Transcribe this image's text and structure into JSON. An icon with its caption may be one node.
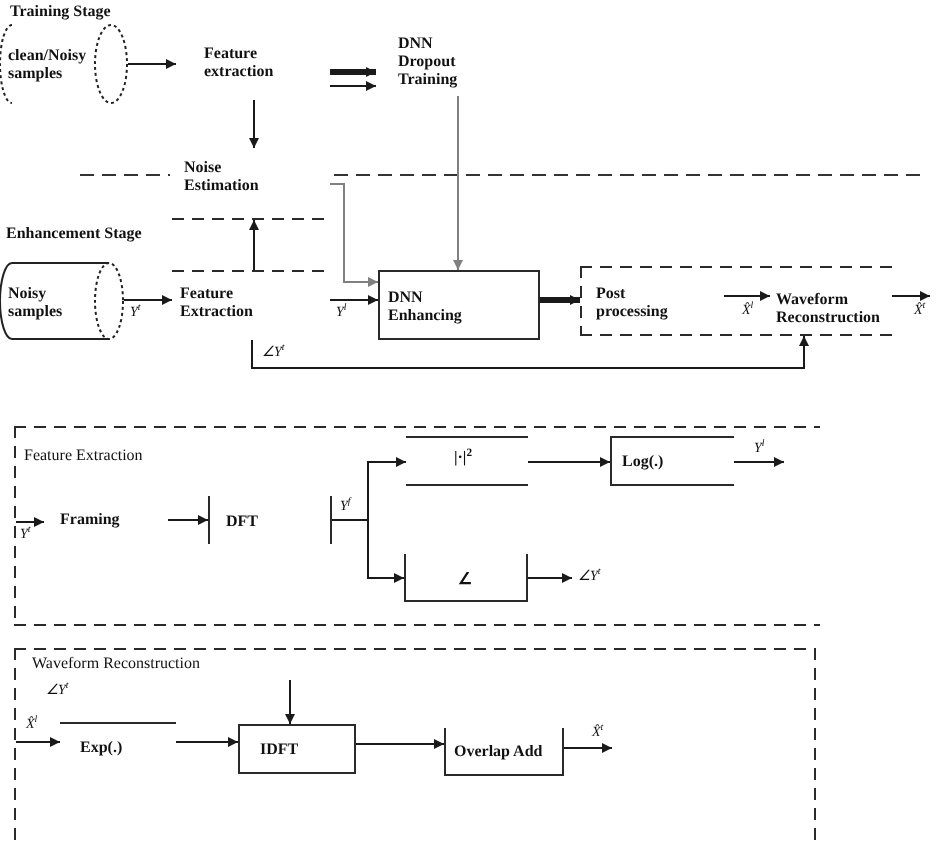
{
  "diagram": {
    "nodes": [
      {
        "text": [
          "clean/Noisy samples"
        ]
      },
      {
        "text": [
          "Feature extraction"
        ]
      },
      {
        "text": [
          "DNN Dropout Training"
        ]
      },
      {
        "text": [
          "Noise Estimation"
        ]
      },
      {
        "text": [
          "Noisy samples"
        ]
      },
      {
        "text": [
          "Feature Extraction"
        ]
      },
      {
        "text": [
          "DNN Enhancing"
        ]
      },
      {
        "text": [],
        "shape": "box"
      },
      {
        "text": [
          "Post processing"
        ],
        "in": 7
      },
      {
        "text": [
          "Waveform Reconstruction"
        ],
        "in": 7
      },
      {
        "text": [
          "Feature Extraction"
        ]
      },
      {
        "text": [
          "Framing"
        ],
        "in": 10
      },
      {
        "text": [
          "DFT"
        ],
        "in": 10
      },
      {
        "text": [
          "|·|$^{2}$"
        ],
        "in": 10
      },
      {
        "text": [
          "Log(.)"
        ],
        "in": 10
      },
      {
        "text": [
          "∠"
        ],
        "in": 10
      },
      {
        "text": [
          "Waveform Reconstruction"
        ]
      },
      {
        "text": [
          "Exp(.)"
        ],
        "in": 16
      },
      {
        "text": [
          "IDFT"
        ],
        "in": 16
      },
      {
        "text": [
          "Overlap Add"
        ],
        "in": 16
      }
    ],
    "edges": [
      {
        "from": 0,
        "to": 1,
        "arrow": "to"
      },
      {
        "from": 1,
        "to": 2,
        "arrow": "to",
        "style": "thick"
      },
      {
        "from": 1,
        "to": 2,
        "arrow": "to"
      },
      {
        "from": 1,
        "to": 3,
        "arrow": "to"
      },
      {
        "from": 2,
        "to": 6,
        "arrow": "to",
        "color": "#808080"
      },
      {
        "from": 5,
        "to": 3,
        "arrow": "to"
      },
      {
        "from": 3,
        "to": 6,
        "arrow": "to",
        "color": "#808080"
      },
      {
        "from": 4,
        "to": 5,
        "arrow": "to",
        "label": "Y$^{t}$"
      },
      {
        "from": 5,
        "to": 6,
        "arrow": "to",
        "label": "Y$^{l}$"
      },
      {
        "from": 6,
        "to": 8,
        "arrow": "to",
        "style": "thick"
      },
      {
        "from": 8,
        "to": 9,
        "arrow": "to",
        "label": "X̂$^{l}$"
      },
      {
        "from": 9,
        "to": null,
        "arrow": "to",
        "label": "X̂$^{t}$"
      },
      {
        "from": 5,
        "to": 9,
        "arrow": "to",
        "label": "∠Y$^{t}$"
      },
      {
        "from": null,
        "to": 11,
        "arrow": "to",
        "label": "Y$^{t}$"
      },
      {
        "from": 11,
        "to": 12,
        "arrow": "to"
      },
      {
        "from": 12,
        "to": 13,
        "arrow": "to",
        "label": "Y$^{f}$"
      },
      {
        "from": 12,
        "to": 15,
        "arrow": "to"
      },
      {
        "from": 13,
        "to": 14,
        "arrow": "to"
      },
      {
        "from": 14,
        "to": null,
        "arrow": "to",
        "label": "Y$^{l}$"
      },
      {
        "from": 15,
        "to": null,
        "arrow": "to",
        "label": "∠Y$^{t}$"
      },
      {
        "from": null,
        "to": 17,
        "arrow": "to",
        "label": "X̂$^{l}$"
      },
      {
        "from": 17,
        "to": 18,
        "arrow": "to"
      },
      {
        "from": null,
        "to": 18,
        "arrow": "to"
      },
      {
        "from": 18,
        "to": 19,
        "arrow": "to"
      },
      {
        "from": 19,
        "to": null,
        "arrow": "to",
        "label": "X̂$^{t}$"
      }
    ],
    "labels": [
      "Training Stage",
      "Enhancement Stage",
      "∠Y$^{t}$"
    ]
  }
}
